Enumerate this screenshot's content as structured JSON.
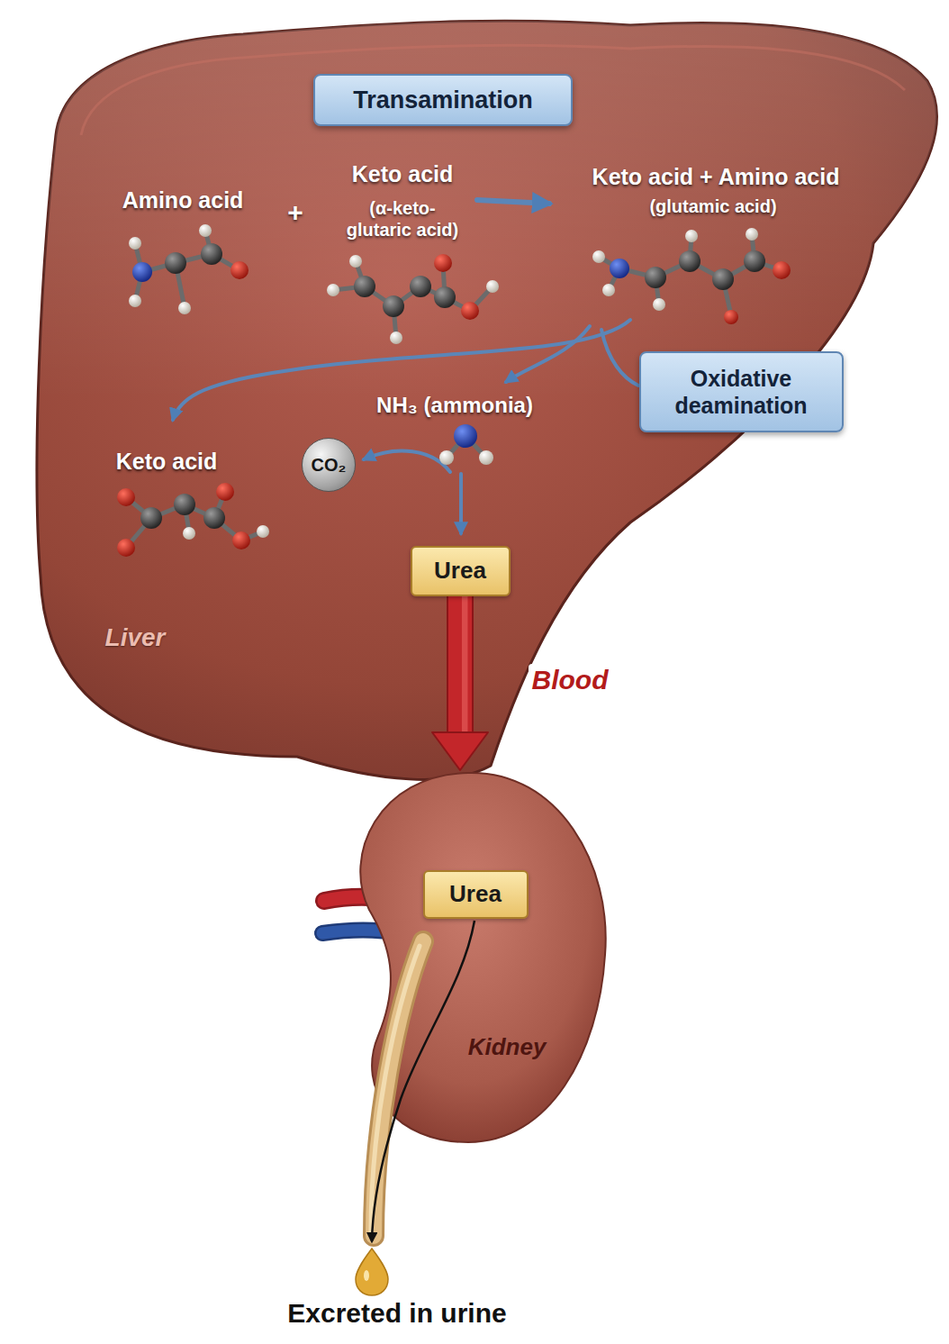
{
  "diagram": {
    "nodes": [
      {
        "text": [
          "Liver"
        ]
      },
      {
        "text": [
          "Transamination"
        ],
        "in": 0
      },
      {
        "text": [
          "Oxidative deamination"
        ],
        "in": 0
      },
      {
        "text": [
          "CO₂"
        ],
        "in": 0
      },
      {
        "text": [
          "Urea"
        ],
        "in": 0
      },
      {
        "text": [
          "Kidney"
        ]
      },
      {
        "text": [
          "Urea"
        ],
        "in": 5
      }
    ],
    "edges": [
      {
        "from": 4,
        "to": 5,
        "label": "Blood",
        "arrow": "to"
      }
    ],
    "labels": [
      "Amino acid",
      "+",
      "Keto acid",
      "(α-keto-glutaric acid)",
      "Keto acid + Amino acid",
      "(glutamic acid)",
      "NH₃ (ammonia)",
      "Keto acid",
      "Excreted in urine"
    ]
  }
}
